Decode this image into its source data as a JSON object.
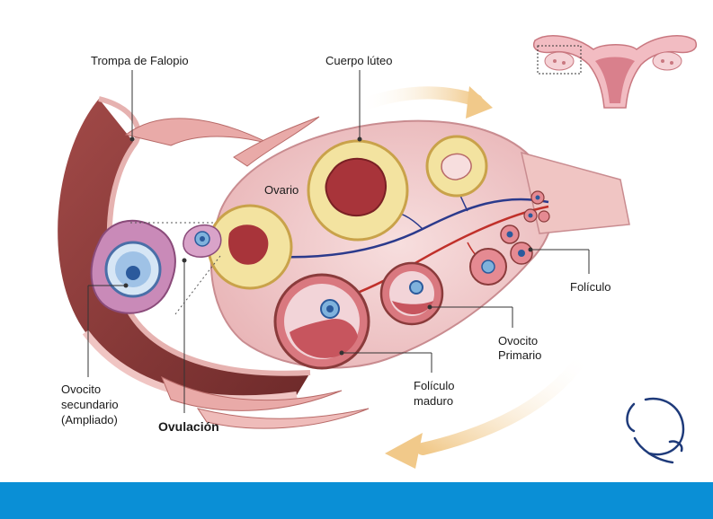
{
  "labels": {
    "trompa": "Trompa de Falopio",
    "cuerpo_luteo": "Cuerpo lúteo",
    "ovario": "Ovario",
    "foliculo": "Folículo",
    "ovocito_primario_1": "Ovocito",
    "ovocito_primario_2": "Primario",
    "foliculo_maduro_1": "Folículo",
    "foliculo_maduro_2": "maduro",
    "ovocito_sec_1": "Ovocito",
    "ovocito_sec_2": "secundario",
    "ovocito_sec_3": "(Ampliado)",
    "ovulacion": "Ovulación"
  },
  "icons": {
    "inset": "uterus-inset-icon",
    "logo": "fetus-logo-icon",
    "cycle": "cycle-arrow-icon"
  },
  "colors": {
    "footer": "#0a8fd6",
    "tube": "#8a3b3b",
    "tube_light": "#e8b4b4",
    "ovary": "#f2cfcf",
    "corpus": "#f3e3a0",
    "arrow": "#f5d9a8",
    "artery": "#c0302a",
    "vein": "#2b3a8c"
  }
}
